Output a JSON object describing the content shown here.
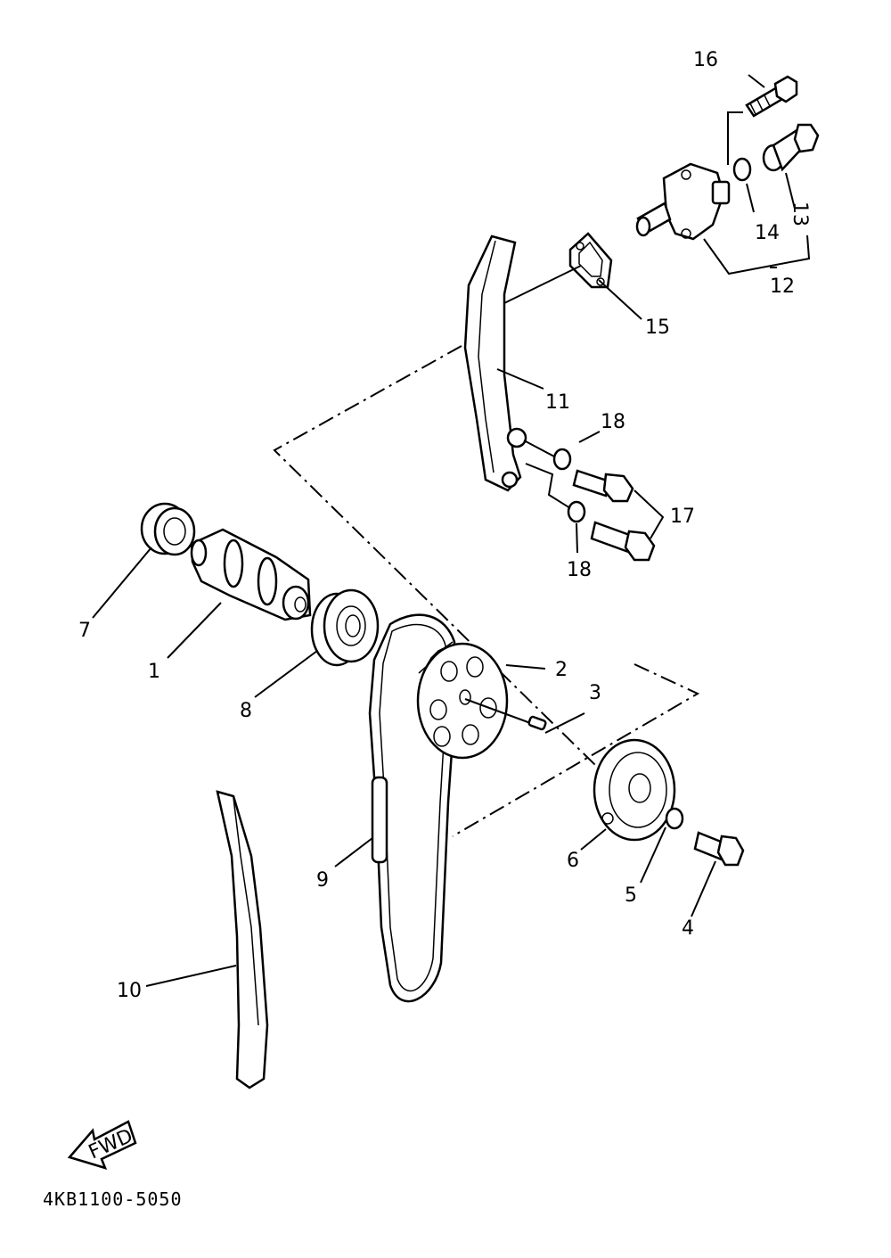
{
  "labels": {
    "p1": "1",
    "p2": "2",
    "p3": "3",
    "p4": "4",
    "p5": "5",
    "p6": "6",
    "p7": "7",
    "p8": "8",
    "p9": "9",
    "p10": "10",
    "p11": "11",
    "p12": "12",
    "p13": "13",
    "p14": "14",
    "p15": "15",
    "p16": "16",
    "p17": "17",
    "p18a": "18",
    "p18b": "18"
  },
  "fwd_label": "FWD",
  "drawing_code": "4KB1100-5050"
}
